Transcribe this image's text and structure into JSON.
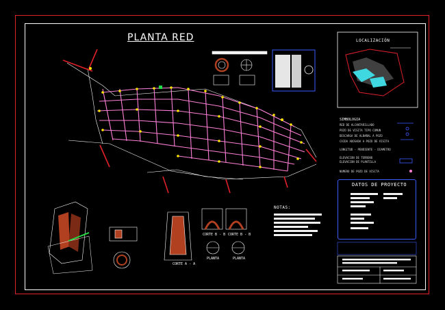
{
  "drawing": {
    "main_title": "PLANTA RED",
    "location_title": "LOCALIZACIÓN",
    "project_data_title": "DATOS DE PROYECTO",
    "notes_title": "NOTAS:",
    "section_label_1": "CORTE A - A",
    "section_label_2": "CORTE B - B",
    "section_label_3": "CORTE B - B",
    "plan_label_1": "PLANTA",
    "plan_label_2": "PLANTA"
  },
  "legend": {
    "title": "SIMBOLOGIA",
    "items": [
      "RED DE ALCANTARILLADO",
      "POZO DE VISITA TIPO COMUN",
      "DESCARGA DE ALBAÑAL A POZO",
      "CAIDA ADOSADA A POZO DE VISITA",
      "LONGITUD - PENDIENTE - DIAMETRO",
      "ELEVACION DE TERRENO",
      "ELEVACION DE PLANTILLA",
      "NUMERO DE POZO DE VISITA"
    ]
  },
  "colors": {
    "frame_outer": "#e0202a",
    "network_lines": "#ff7fd8",
    "manholes": "#ffe600",
    "blue_box": "#3a5cff",
    "brick": "#b04020"
  }
}
